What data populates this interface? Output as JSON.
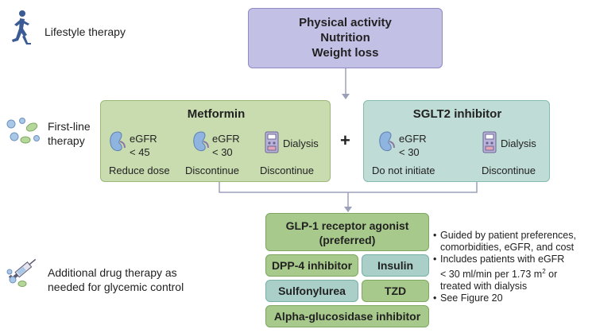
{
  "rows": {
    "lifestyle_label": "Lifestyle therapy",
    "firstline_label": "First-line therapy",
    "additional_label": "Additional drug therapy as needed for glycemic control"
  },
  "lifestyle_box": {
    "line1": "Physical activity",
    "line2": "Nutrition",
    "line3": "Weight loss"
  },
  "metformin": {
    "title": "Metformin",
    "items": [
      {
        "label": "eGFR",
        "value": "< 45",
        "action": "Reduce dose"
      },
      {
        "label": "eGFR",
        "value": "< 30",
        "action": "Discontinue"
      },
      {
        "label": "Dialysis",
        "action": "Discontinue"
      }
    ]
  },
  "plus": "+",
  "sglt2": {
    "title": "SGLT2 inhibitor",
    "items": [
      {
        "label": "eGFR",
        "value": "< 30",
        "action": "Do not initiate"
      },
      {
        "label": "Dialysis",
        "action": "Discontinue"
      }
    ]
  },
  "drugs": {
    "glp1_line1": "GLP-1 receptor agonist",
    "glp1_line2": "(preferred)",
    "dpp4": "DPP-4 inhibitor",
    "insulin": "Insulin",
    "sulfonylurea": "Sulfonylurea",
    "tzd": "TZD",
    "alpha": "Alpha-glucosidase inhibitor"
  },
  "notes": {
    "b1_l1": "Guided by patient preferences,",
    "b1_l2": "comorbidities, eGFR, and cost",
    "b2_l1": "Includes patients with eGFR",
    "b2_l2_pre": "< 30 ml/min per 1.73 m",
    "b2_l2_sup": "2",
    "b2_l2_post": " or",
    "b2_l3": "treated with dialysis",
    "b3": "See Figure 20"
  },
  "colors": {
    "lifestyle": "#c3c0e6",
    "metformin": "#c9dcb0",
    "sglt2": "#bfdcd6",
    "connector": "#9aa0b8"
  },
  "icons": [
    "runner-icon",
    "pills-icon",
    "syringe-icon",
    "kidney-icon",
    "dialysis-machine-icon"
  ]
}
